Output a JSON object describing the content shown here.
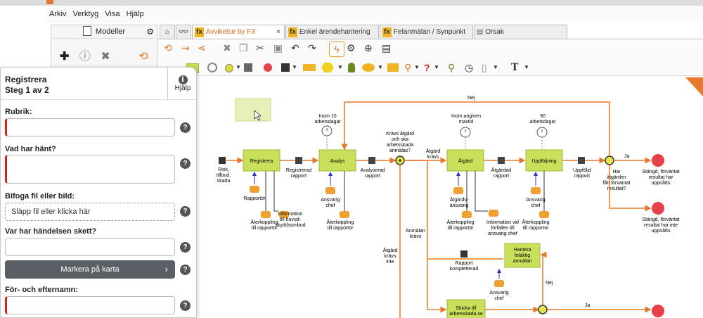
{
  "menu": {
    "items": [
      "Arkiv",
      "Verktyg",
      "Visa",
      "Hjälp"
    ]
  },
  "models_panel": {
    "title": "Modeller"
  },
  "tabs": [
    {
      "label": "Avvikelse by FX",
      "fx": "fx",
      "active": true
    },
    {
      "label": "Enkel ärendehantering",
      "fx": "fx"
    },
    {
      "label": "Felanmälan / Synpunkt",
      "fx": "fx"
    },
    {
      "label": "Orsak"
    }
  ],
  "form": {
    "title_line1": "Registrera",
    "title_line2": "Steg 1 av 2",
    "help_label": "Hjälp",
    "fields": {
      "rubrik": "Rubrik:",
      "vad_har_hant": "Vad har hänt?",
      "bifoga": "Bifoga fil eller bild:",
      "drop_text": "Släpp fil eller klicka här",
      "var": "Var har händelsen skett?",
      "map_button": "Markera på karta",
      "namn": "För- och efternamn:"
    }
  },
  "diagram": {
    "start_label": [
      "Risk,",
      "tillbud,",
      "skada"
    ],
    "registrera": "Registrera",
    "registrerad_rapport": [
      "Registrerad",
      "rapport"
    ],
    "analys": "Analys",
    "analyserad_rapport": [
      "Analyserad",
      "rapport"
    ],
    "timer1": [
      "Inom 10",
      "arbetsdagar"
    ],
    "gateway_q": [
      "Krävs åtgärd",
      "och ska",
      "arbetsskada",
      "anmälas?"
    ],
    "atgard_kravs": [
      "Åtgärd",
      "krävs"
    ],
    "atgard": "Åtgärd",
    "timer2": [
      "Inom angiven",
      "maxtid"
    ],
    "atgardad_rapport": [
      "Åtgärdad",
      "rapport"
    ],
    "uppfoljning": "Uppföljning",
    "timer3": [
      "90",
      "arbetsdagar"
    ],
    "uppfoljd_rapport": [
      "Uppföljd",
      "rapport"
    ],
    "har_uppnatt": [
      "Har",
      "åtgärden",
      "fått förväntat",
      "resultat?"
    ],
    "ja": "Ja",
    "nej": "Nej",
    "end1": [
      "Stängd, förväntat",
      "resultat har",
      "uppnåtts"
    ],
    "end2": [
      "Stängd, förväntat",
      "resultat har inte",
      "uppnåtts"
    ],
    "rapportor": "Rapportör",
    "aterkoppling_rapportor": [
      "Återkoppling",
      "till rapportör"
    ],
    "info_huvudskyddsombud": [
      "Information",
      "till huvud-",
      "skyddsombud"
    ],
    "ansvarig_chef": [
      "Ansvarig",
      "chef"
    ],
    "atgards_ansvarig": [
      "Åtgärds-",
      "ansvarig"
    ],
    "info_forfallen": [
      "Information vid",
      "förfallen till",
      "ansvarig chef"
    ],
    "anmalan_kravs": [
      "Anmälan",
      "krävs"
    ],
    "atgard_kravs_inte": [
      "Åtgärd",
      "krävs",
      "inte"
    ],
    "hantera_felaktig": [
      "Hantera",
      "felaktig",
      "anmälan"
    ],
    "rapport_kompletterad": [
      "Rapport",
      "kompletterad"
    ],
    "skicka_till": [
      "Skicka till",
      "arbetsskada.se"
    ]
  },
  "colors": {
    "accent": "#e8782a",
    "task_fill": "#c8e05a",
    "task_border": "#9cb83a",
    "end": "#e8404a",
    "gateway": "#e6e64a"
  }
}
